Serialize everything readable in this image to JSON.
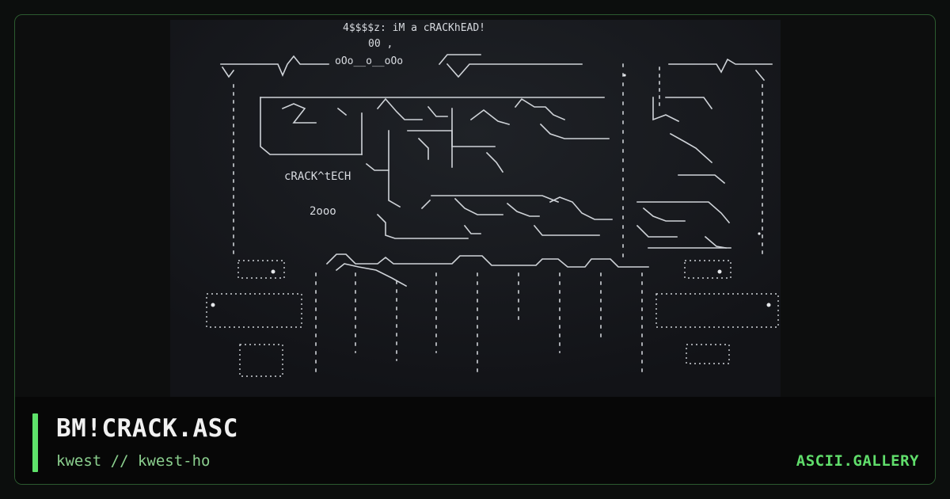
{
  "artwork": {
    "header_line_1": "4$$$$z: iM a cRACKhEAD!",
    "header_line_2": "00 ,",
    "deco_text": "oOo__o__oOo",
    "group_label": "cRACK^tECH",
    "year_label": "2ooo"
  },
  "info": {
    "title": "BM!CRACK.ASC",
    "author": "kwest // kwest-ho",
    "site": "ASCII.GALLERY"
  },
  "colors": {
    "accent": "#5ee26a",
    "border": "#2c5a2f",
    "art_background": "#16181c",
    "art_text": "#d8dbe0"
  }
}
